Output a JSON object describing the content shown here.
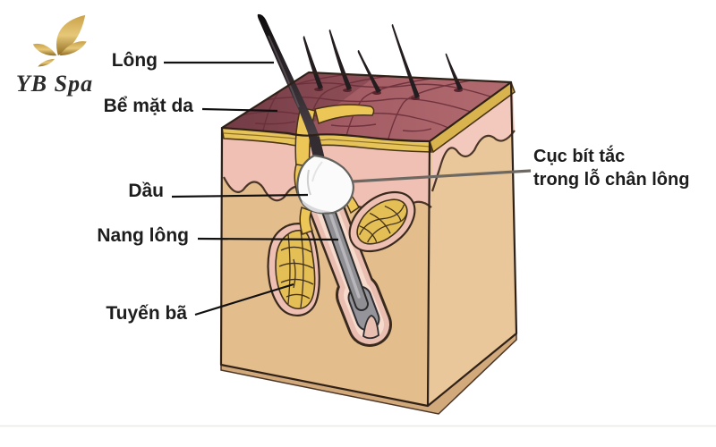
{
  "logo": {
    "brand": "YB Spa",
    "icon": "butterfly-icon"
  },
  "labels": {
    "hair": "Lông",
    "skin_surface": "Bể mặt da",
    "oil": "Dầu",
    "follicle": "Nang lông",
    "sebaceous_gland": "Tuyến bã",
    "clog_line1": "Cục bít tắc",
    "clog_line2": "trong lỗ chân lông"
  },
  "colors": {
    "logo_gold": "#b9913f",
    "skin_surface_top": "#a85f66",
    "skin_surface_dark": "#6e3a44",
    "stratum_gold": "#e7c45a",
    "epidermis_pink": "#f0c0b4",
    "dermis_tan_front": "#e4bd8d",
    "dermis_tan_side": "#e9c79a",
    "sebum_gold": "#ecc656",
    "gland_yellow": "#e3bf55",
    "gland_rim_pink": "#edc0b3",
    "hair_black": "#1c1719",
    "hair_shaft_gray": "#8f8f94",
    "clog_white": "#fbfbfb",
    "pointer_line": "#111111",
    "pointer_line_gray": "#6e6862",
    "label_text": "#1d1d1d"
  }
}
